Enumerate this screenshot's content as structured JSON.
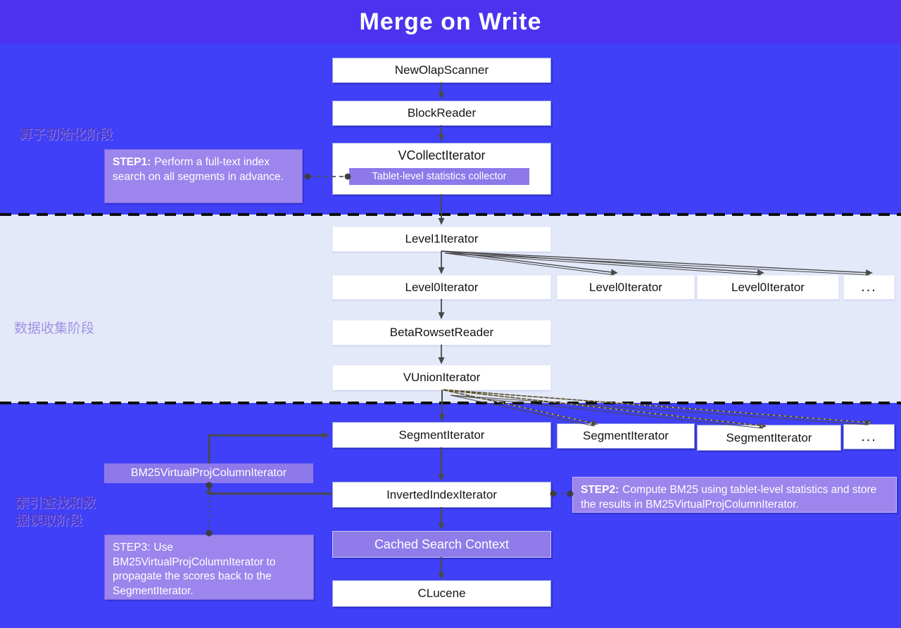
{
  "title": "Merge on Write",
  "colors": {
    "header_bg": "#4d33ef",
    "band_blue": "#3f40f8",
    "band_light": "#e4e9fa",
    "purple_box": "#8d79ea",
    "step_box": "#9c85ed",
    "arrow": "#4a4a4a",
    "yellow_dash": "#e6d24c"
  },
  "phases": {
    "init": {
      "label": "算子初始化阶段"
    },
    "collect": {
      "label": "数据收集阶段"
    },
    "lookup": {
      "label": "索引查找和数据读取阶段"
    }
  },
  "nodes": {
    "new_olap_scanner": "NewOlapScanner",
    "block_reader": "BlockReader",
    "vcollect_iterator": "VCollectIterator",
    "tablet_stats_collector": "Tablet-level statistics collector",
    "level1_iterator": "Level1Iterator",
    "level0_iterator_1": "Level0Iterator",
    "level0_iterator_2": "Level0Iterator",
    "level0_iterator_3": "Level0Iterator",
    "level0_more": "...",
    "beta_rowset_reader": "BetaRowsetReader",
    "vunion_iterator": "VUnionIterator",
    "segment_iterator_1": "SegmentIterator",
    "segment_iterator_2": "SegmentIterator",
    "segment_iterator_3": "SegmentIterator",
    "segment_more": "...",
    "bm25_virtual_proj_column_iterator": "BM25VirtualProjColumnIterator",
    "inverted_index_iterator": "InvertedIndexIterator",
    "cached_search_context": "Cached Search Context",
    "clucene": "CLucene"
  },
  "steps": {
    "step1": {
      "label": "STEP1:",
      "text": "Perform a full-text index search on all segments in advance."
    },
    "step2": {
      "label": "STEP2:",
      "text": "Compute BM25 using tablet-level statistics and store the results in BM25VirtualProjColumnIterator."
    },
    "step3": {
      "label": "STEP3:",
      "text": "Use BM25VirtualProjColumnIterator to propagate the scores back to the SegmentIterator."
    }
  }
}
